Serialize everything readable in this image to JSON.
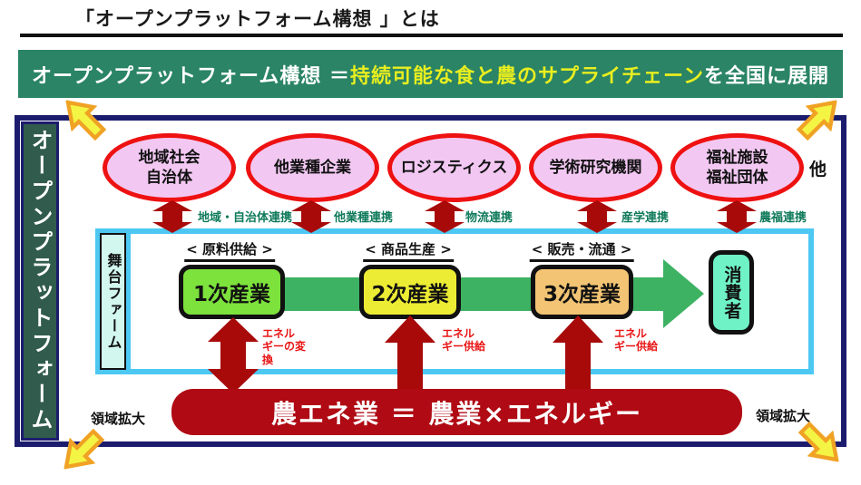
{
  "page": {
    "title": "「オープンプラットフォーム構想 」とは"
  },
  "banner": {
    "prefix": "オープンプラットフォーム構想 ＝ ",
    "highlight": "持続可能な食と農のサプライチェーン",
    "suffix": "を全国に展開"
  },
  "platform": {
    "sidebar_label": "オープンプラットフォーム",
    "other_label": "他",
    "expand_left": "領域拡大",
    "expand_right": "領域拡大"
  },
  "stakeholders": [
    {
      "label": "地域社会\n自治体",
      "link": "地域・自治体連携"
    },
    {
      "label": "他業種企業",
      "link": "他業種連携"
    },
    {
      "label": "ロジスティクス",
      "link": "物流連携"
    },
    {
      "label": "学術研究機関",
      "link": "産学連携"
    },
    {
      "label": "福祉施設\n福祉団体",
      "link": "農福連携"
    }
  ],
  "stage": {
    "tab_label": "舞台ファーム",
    "chain": [
      {
        "header": "< 原料供給 >",
        "box": "1次産業",
        "energy": "エネル\nギーの変\n換"
      },
      {
        "header": "< 商品生産 >",
        "box": "2次産業",
        "energy": "エネル\nギー供給"
      },
      {
        "header": "< 販売・流通 >",
        "box": "3次産業",
        "energy": "エネル\nギー供給"
      }
    ],
    "consumer": "消費者"
  },
  "bottom_banner": {
    "text": "農エネ業 ＝ 農業×エネルギー"
  },
  "colors": {
    "banner_green": "#2a8465",
    "highlight_yellow": "#e9ee1f",
    "frame_navy": "#1c1c6e",
    "sidebar_green": "#315c4d",
    "ellipse_pink": "#f2c8f2",
    "ellipse_border_red": "#ee1111",
    "link_text_green": "#0f7a5a",
    "stage_border_cyan": "#4cc8f2",
    "stage_tab_mint": "#d2f7ee",
    "primary_industry_green": "#7de23c",
    "secondary_industry_yellow": "#ecec34",
    "tertiary_industry_orange": "#f2c473",
    "flow_arrow_green": "#3db262",
    "consumer_aqua": "#6ff2c6",
    "energy_arrow_dark_red": "#a80a0a",
    "energy_text_red": "#e81414",
    "agri_banner_dark_red": "#b00a14",
    "corner_arrow_yellow": "#f4f444",
    "corner_arrow_orange": "#f0a224"
  }
}
